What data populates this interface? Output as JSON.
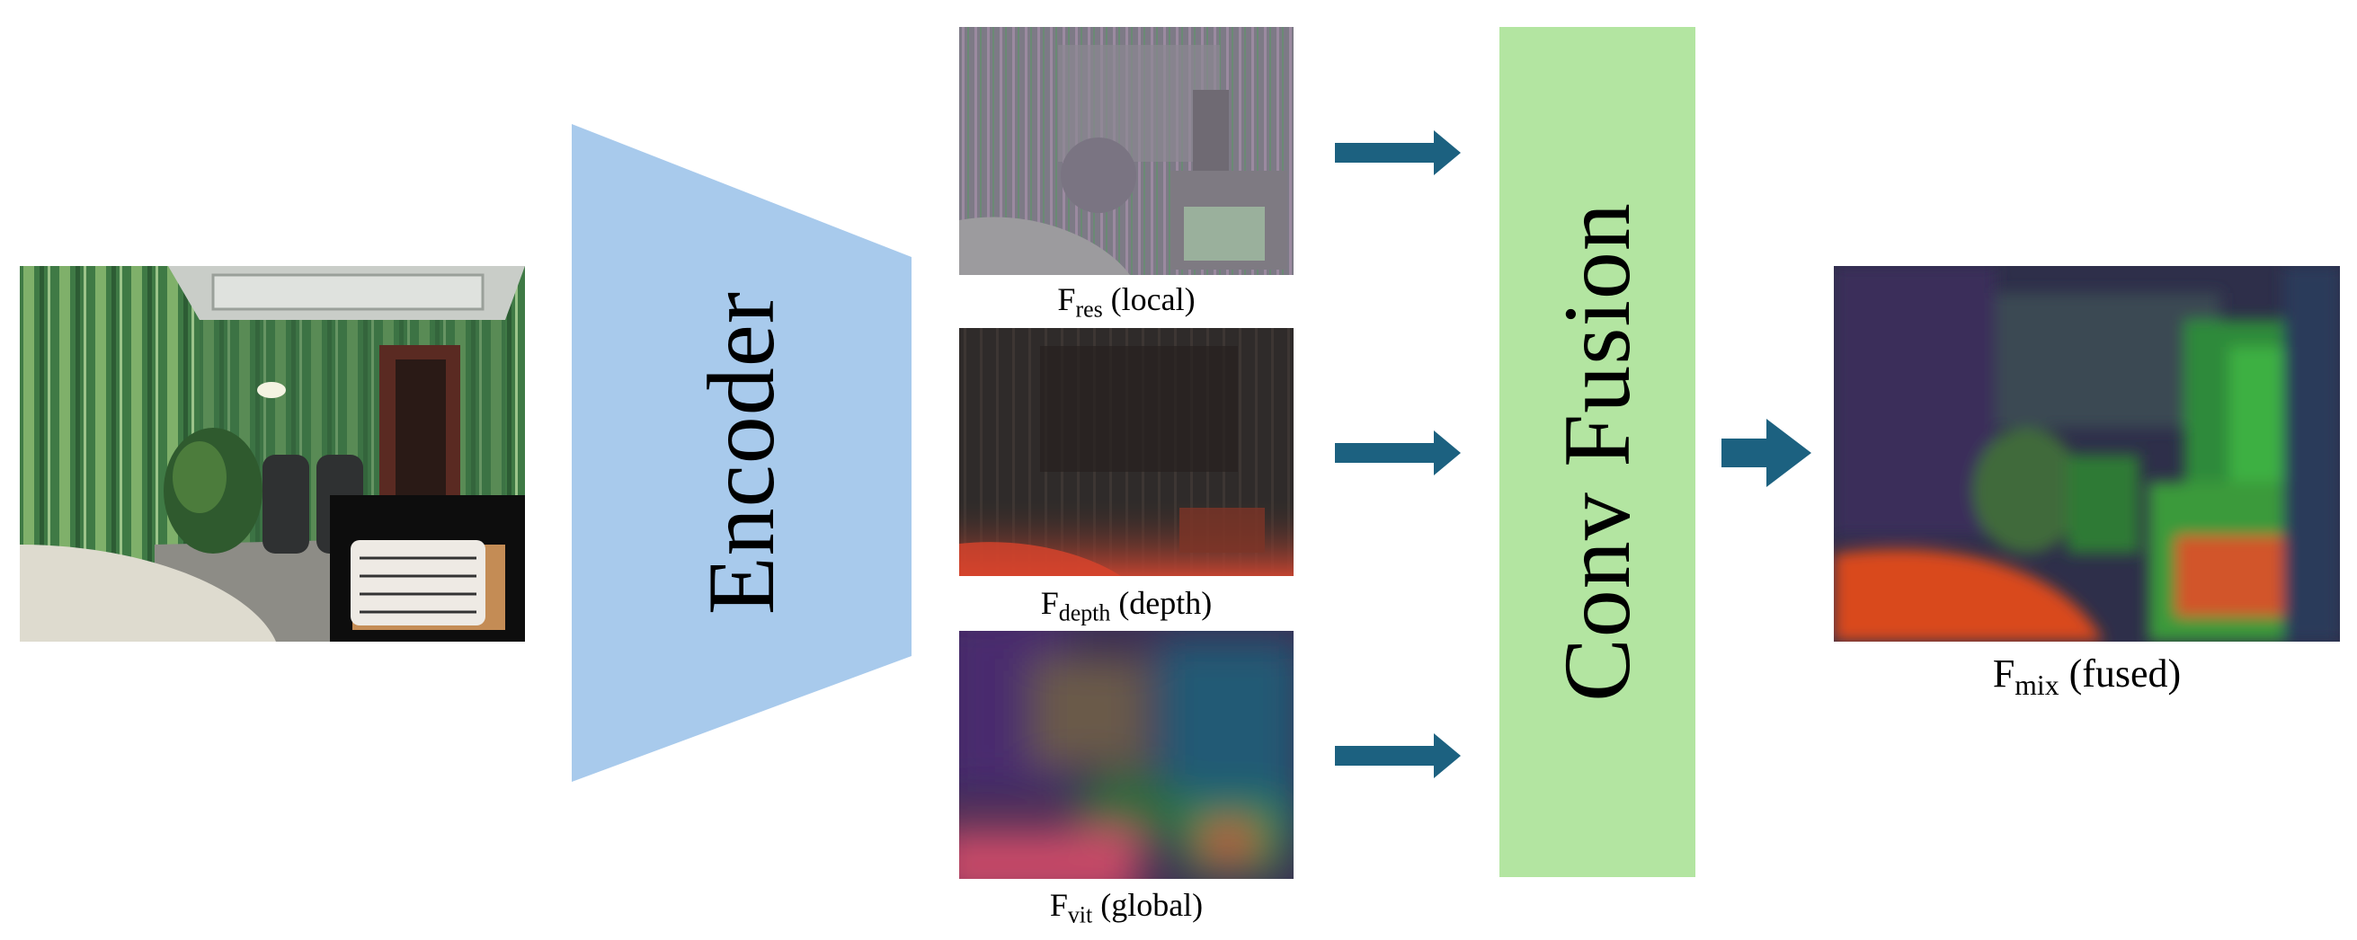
{
  "encoder": {
    "label": "Encoder"
  },
  "features": {
    "res": {
      "symbol": "F",
      "subscript": "res",
      "note": "(local)"
    },
    "depth": {
      "symbol": "F",
      "subscript": "depth",
      "note": "(depth)"
    },
    "vit": {
      "symbol": "F",
      "subscript": "vit",
      "note": "(global)"
    }
  },
  "fusion": {
    "label": "Conv Fusion"
  },
  "output": {
    "symbol": "F",
    "subscript": "mix",
    "note": "(fused)"
  },
  "colors": {
    "encoder_fill": "#a8caec",
    "fusion_fill": "#b3e5a1",
    "arrow": "#1c6180"
  }
}
